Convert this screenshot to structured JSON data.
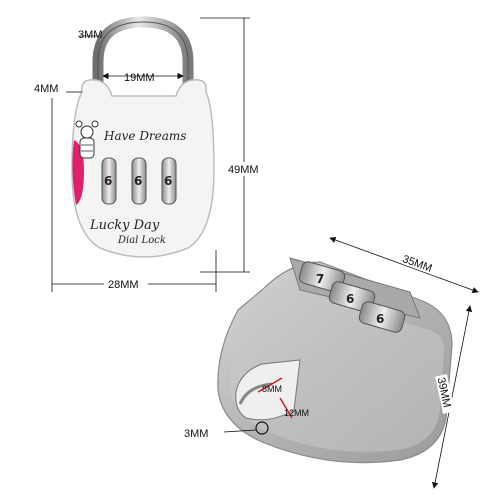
{
  "product": {
    "front_text_top": "Have Dreams",
    "front_text_brand": "Lucky Day",
    "front_text_sub": "Dial Lock",
    "accent_color": "#e0206a",
    "body_color": "#f4f4f2",
    "silver_color": "#bdbdbd"
  },
  "dimensions": {
    "shackle_thickness": "3MM",
    "shackle_inner_width": "19MM",
    "shackle_gap": "4MM",
    "total_height_front": "49MM",
    "body_width_front": "28MM",
    "top_width_back": "35MM",
    "height_back": "39MM",
    "shackle_thickness_back": "3MM",
    "inner_small_a": "8MM",
    "inner_small_b": "12MM"
  },
  "dial_digits": {
    "front": [
      "6",
      "6",
      "6"
    ],
    "back": [
      "7",
      "6",
      "6"
    ]
  }
}
